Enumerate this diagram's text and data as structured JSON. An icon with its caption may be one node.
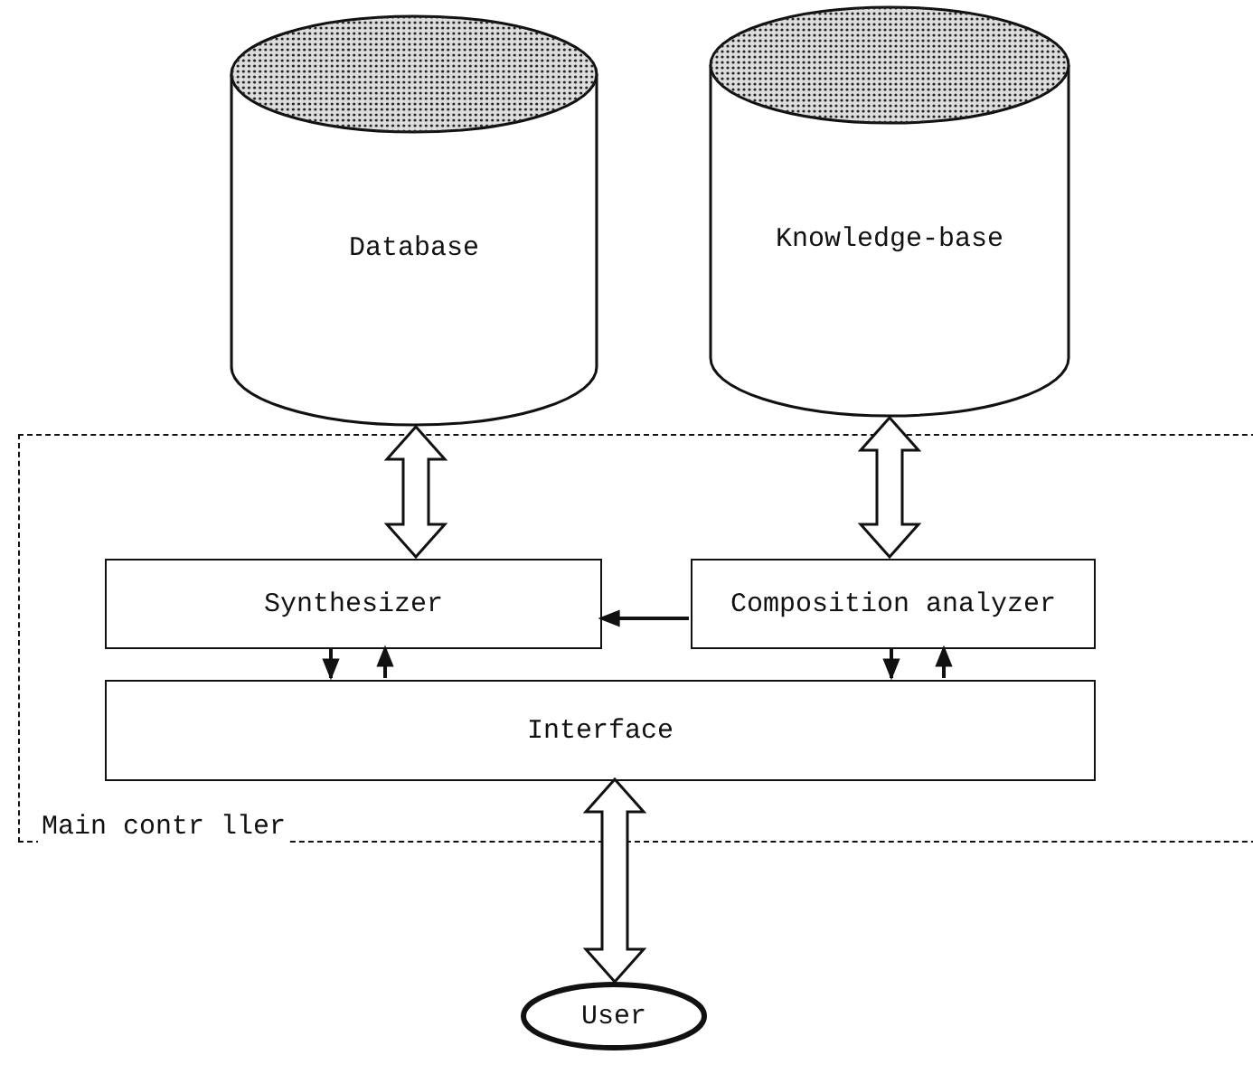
{
  "diagram": {
    "nodes": [
      {
        "text": [
          "Database"
        ]
      },
      {
        "text": [
          "Knowledge-base"
        ]
      },
      {
        "text": [
          "Main contr ller"
        ]
      },
      {
        "text": [
          "Synthesizer"
        ],
        "in": 2
      },
      {
        "text": [
          "Composition analyzer"
        ],
        "in": 2
      },
      {
        "text": [
          "Interface"
        ],
        "in": 2
      },
      {
        "text": [
          "User"
        ]
      }
    ],
    "edges": [
      {
        "from": 0,
        "to": 3,
        "arrow": "both",
        "style": "thick"
      },
      {
        "from": 1,
        "to": 4,
        "arrow": "both",
        "style": "thick"
      },
      {
        "from": 4,
        "to": 3,
        "arrow": "to"
      },
      {
        "from": 3,
        "to": 5,
        "arrow": "to"
      },
      {
        "from": 5,
        "to": 3,
        "arrow": "to"
      },
      {
        "from": 4,
        "to": 5,
        "arrow": "to"
      },
      {
        "from": 5,
        "to": 4,
        "arrow": "to"
      },
      {
        "from": 5,
        "to": 6,
        "arrow": "both",
        "style": "thick"
      }
    ]
  }
}
